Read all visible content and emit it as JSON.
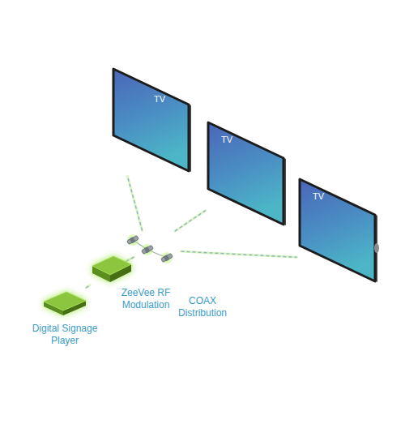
{
  "diagram": {
    "nodes": [
      {
        "text": [
          "TV"
        ]
      },
      {
        "text": [
          "TV"
        ]
      },
      {
        "text": [
          "TV"
        ]
      },
      {
        "text": [
          "COAX Distribution"
        ]
      },
      {
        "text": [
          "ZeeVee RF Modulation"
        ]
      },
      {
        "text": [
          "Digital Signage Player"
        ]
      }
    ],
    "edges": [
      {
        "from": 5,
        "to": 4,
        "arrow": "none"
      },
      {
        "from": 4,
        "to": 3,
        "arrow": "none"
      },
      {
        "from": 3,
        "to": 0,
        "arrow": "none"
      },
      {
        "from": 3,
        "to": 1,
        "arrow": "none"
      },
      {
        "from": 3,
        "to": 2,
        "arrow": "none"
      }
    ]
  }
}
